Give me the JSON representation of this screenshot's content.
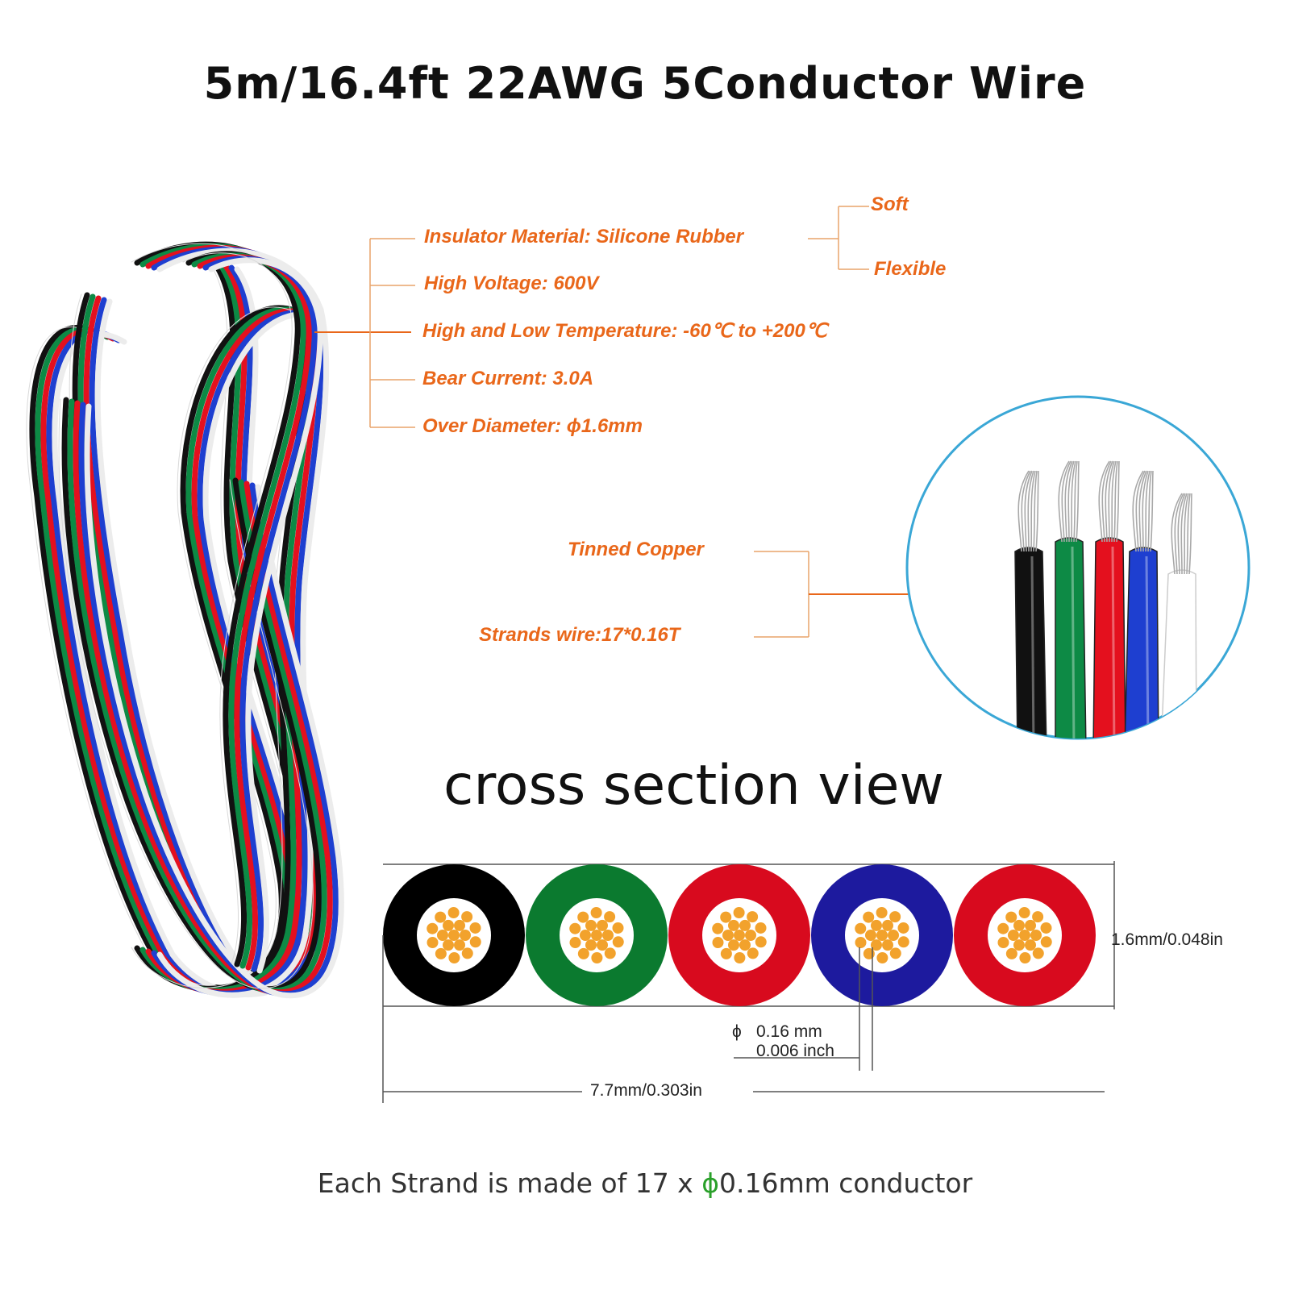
{
  "title": "5m/16.4ft 22AWG  5Conductor Wire",
  "specs": {
    "insulator": "Insulator Material: Silicone Rubber",
    "soft": "Soft",
    "flexible": "Flexible",
    "voltage": "High Voltage: 600V",
    "temperature": "High and Low Temperature: -60℃ to +200℃",
    "current": "Bear Current: 3.0A",
    "diameter": "Over Diameter: ϕ1.6mm",
    "tinned": "Tinned Copper",
    "strands": "Strands wire:17*0.16T"
  },
  "cross_section": {
    "title": "cross section view",
    "height_label": "1.6mm/0.048in",
    "strand_dia_mm": "0.16 mm",
    "strand_dia_in": "0.006 inch",
    "width_label": "7.7mm/0.303in",
    "note_prefix": "Each Strand is made of 17 x ",
    "note_suffix": "0.16mm conductor",
    "conductor_colors": [
      "#000000",
      "#0b7a2f",
      "#d80a1e",
      "#1d1a9e",
      "#d80a1e"
    ]
  },
  "wire_colors": [
    "#111111",
    "#0d8a45",
    "#e4101e",
    "#1e3fd0",
    "#ffffff"
  ],
  "accent_color": "#e9671a",
  "circle_border_color": "#3aa7d6"
}
